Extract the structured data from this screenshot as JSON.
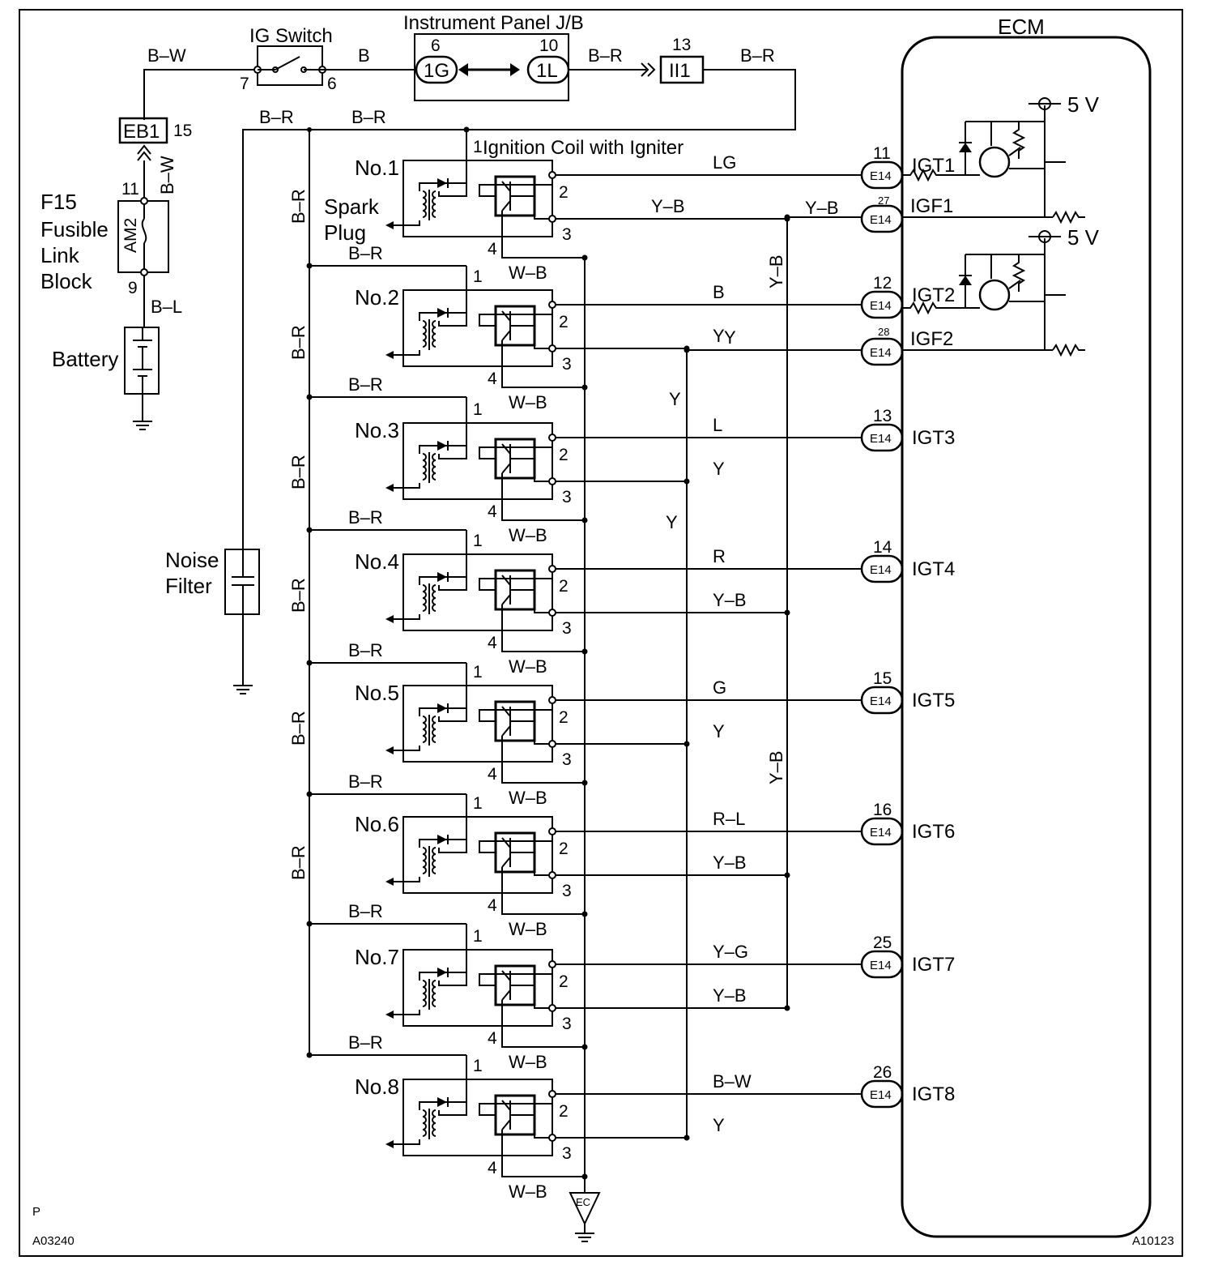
{
  "components": {
    "ig_switch": "IG Switch",
    "instrument_panel": "Instrument Panel J/B",
    "ecm": "ECM",
    "battery": "Battery",
    "noise_filter_line1": "Noise",
    "noise_filter_line2": "Filter",
    "fusible_id": "F15",
    "fusible_line1": "Fusible",
    "fusible_line2": "Link",
    "fusible_line3": "Block",
    "fuse_am2": "AM2",
    "ignition_coil": "Ignition Coil with Igniter",
    "spark_line1": "Spark",
    "spark_line2": "Plug",
    "eb1": "EB1",
    "ii1": "II1",
    "conn_1g": "1G",
    "conn_1l": "1L",
    "ground_ec": "EC",
    "five_v": "5 V"
  },
  "pins": {
    "sw_in": "7",
    "sw_out": "6",
    "jb_1g": "6",
    "jb_1l": "10",
    "ii1_pin": "13",
    "eb1_pin": "15",
    "f15_top": "11",
    "f15_bottom": "9",
    "coil_p1": "1",
    "coil_p2": "2",
    "coil_p3": "3",
    "coil_p4": "4"
  },
  "wires": {
    "bw": "B–W",
    "b": "B",
    "br": "B–R",
    "bl": "B–L",
    "wb": "W–B",
    "yb": "Y–B",
    "y": "Y"
  },
  "coils": [
    {
      "name": "No.1",
      "igt_wire": "LG",
      "igt_label": "IGT1",
      "igt_pin": "11",
      "igf_wire": "Y–B"
    },
    {
      "name": "No.2",
      "igt_wire": "B",
      "igt_label": "IGT2",
      "igt_pin": "12",
      "igf_wire": "Y"
    },
    {
      "name": "No.3",
      "igt_wire": "L",
      "igt_label": "IGT3",
      "igt_pin": "13",
      "igf_wire": "Y"
    },
    {
      "name": "No.4",
      "igt_wire": "R",
      "igt_label": "IGT4",
      "igt_pin": "14",
      "igf_wire": "Y–B"
    },
    {
      "name": "No.5",
      "igt_wire": "G",
      "igt_label": "IGT5",
      "igt_pin": "15",
      "igf_wire": "Y"
    },
    {
      "name": "No.6",
      "igt_wire": "R–L",
      "igt_label": "IGT6",
      "igt_pin": "16",
      "igf_wire": "Y–B"
    },
    {
      "name": "No.7",
      "igt_wire": "Y–G",
      "igt_label": "IGT7",
      "igt_pin": "25",
      "igf_wire": "Y–B"
    },
    {
      "name": "No.8",
      "igt_wire": "B–W",
      "igt_label": "IGT8",
      "igt_pin": "26",
      "igf_wire": "Y"
    }
  ],
  "igf": [
    {
      "label": "IGF1",
      "pin": "27",
      "wire": "Y–B"
    },
    {
      "label": "IGF2",
      "pin": "28",
      "wire": "Y"
    }
  ],
  "ecm_connector": "E14",
  "corner": {
    "p": "P",
    "left_code": "A03240",
    "right_code": "A10123"
  }
}
